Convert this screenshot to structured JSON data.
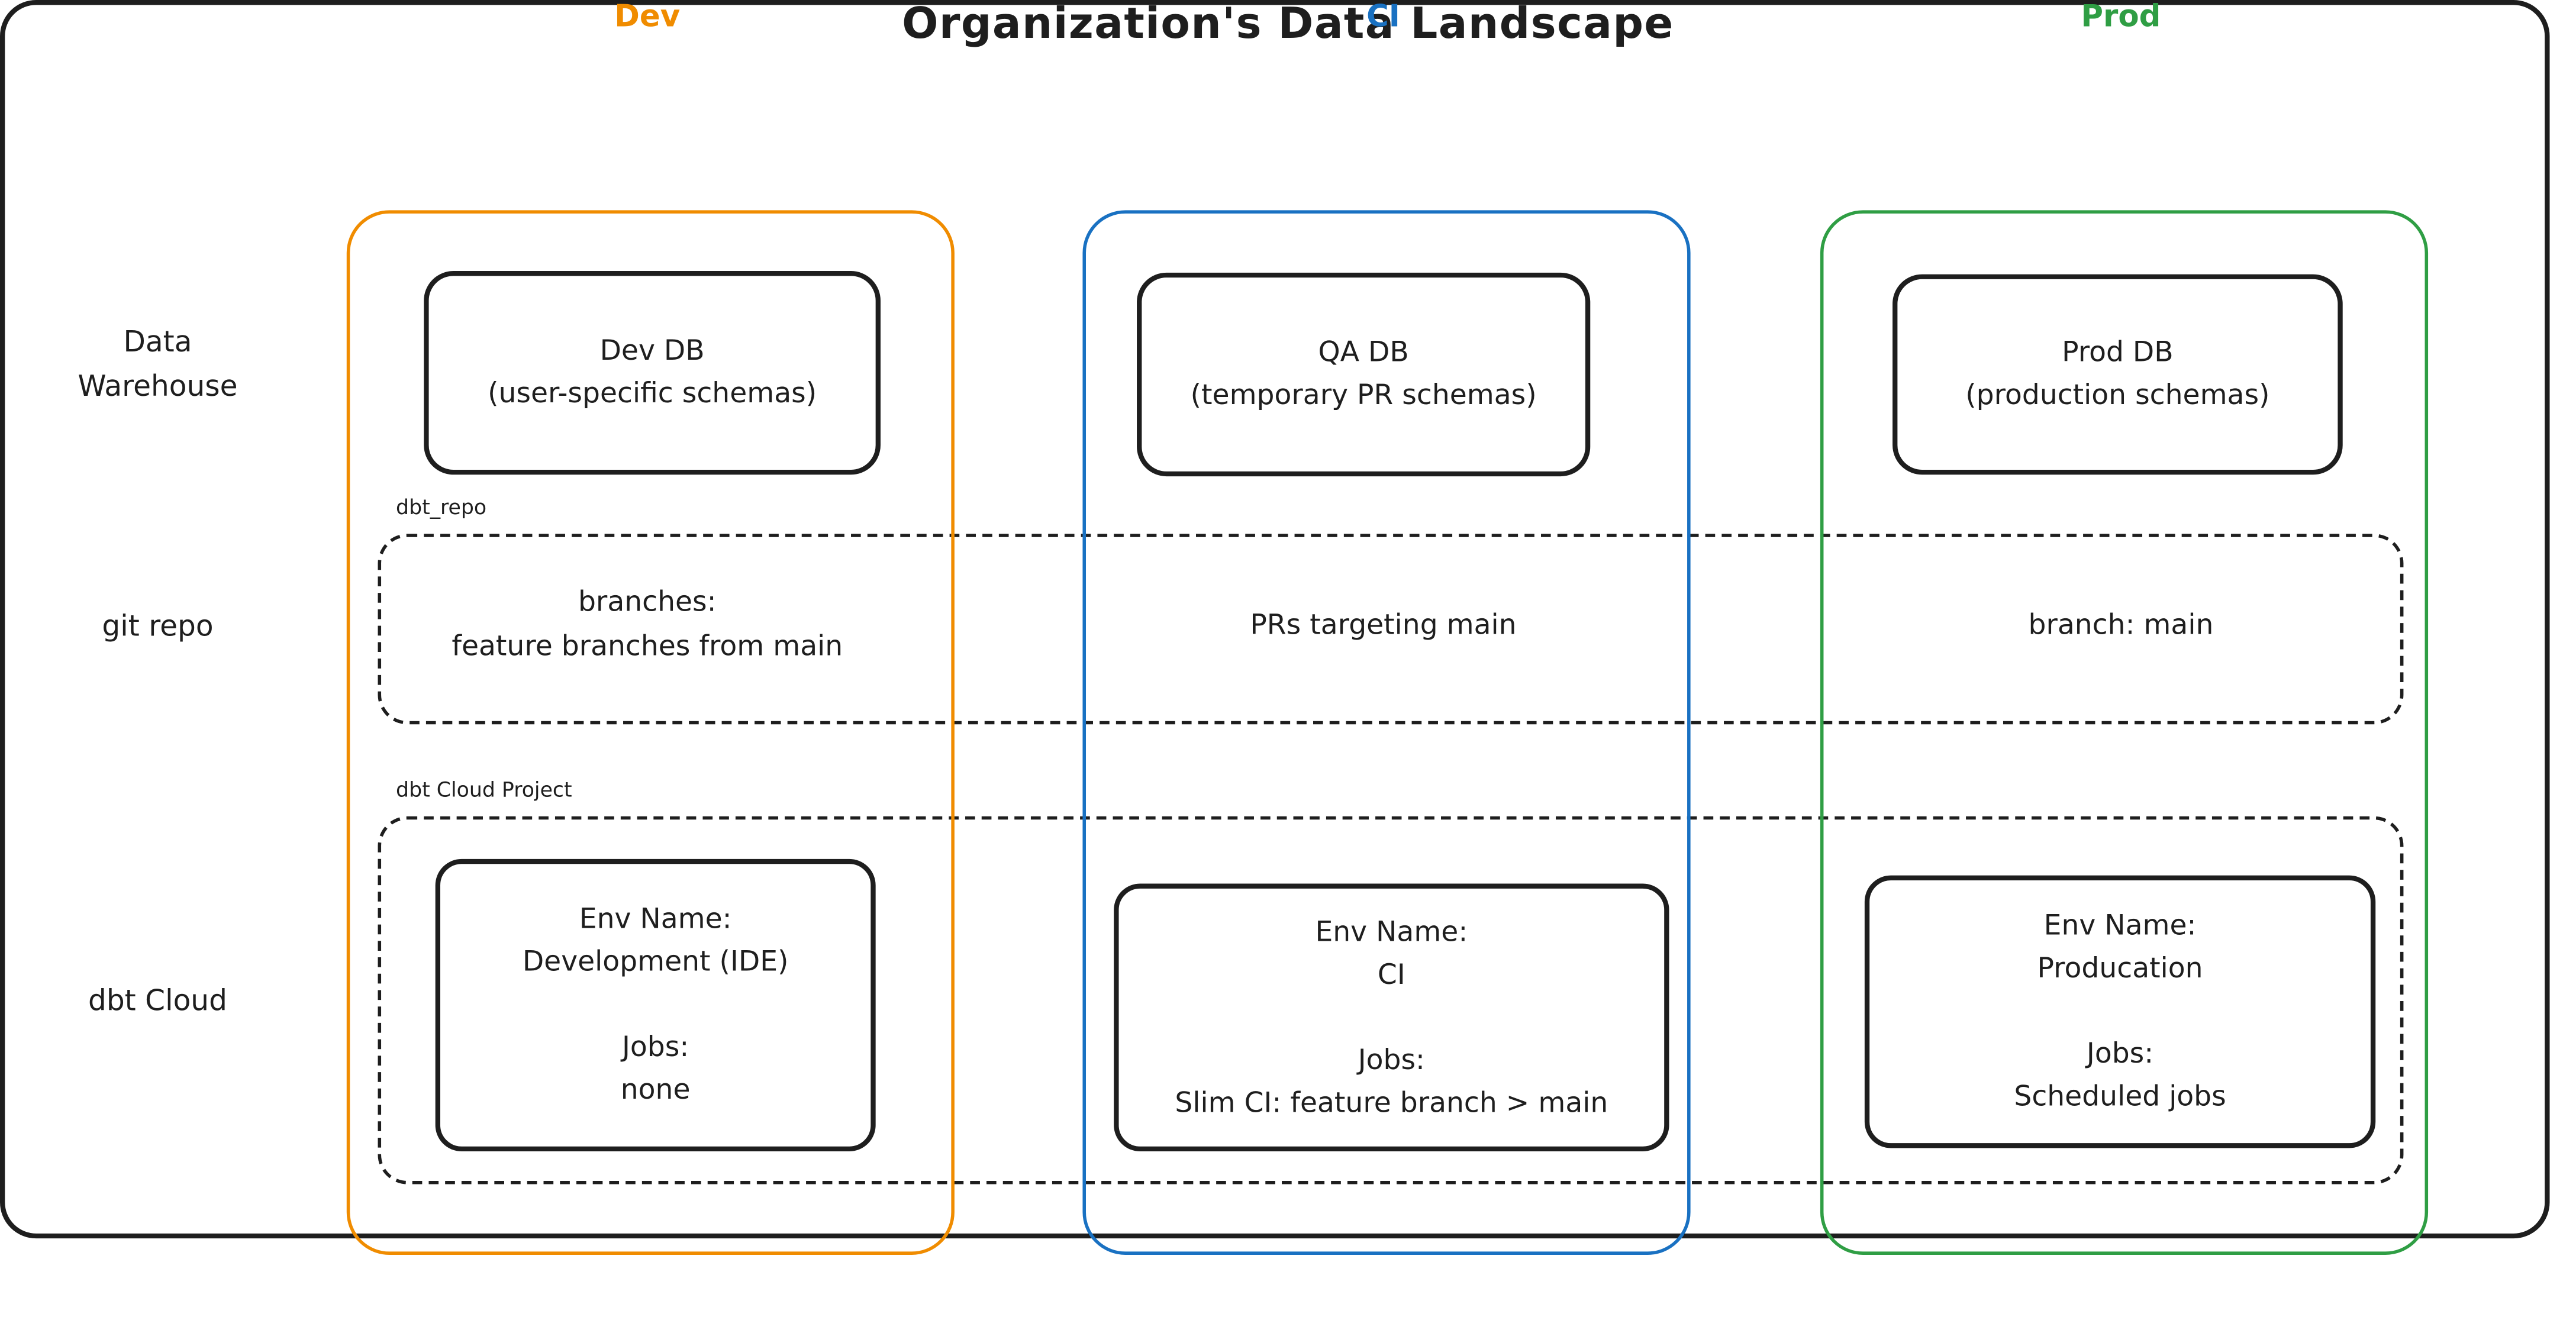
{
  "title": "Organization's Data Landscape",
  "colors": {
    "dev": "#f08c00",
    "ci": "#1971c2",
    "prod": "#2f9e44",
    "ink": "#1e1e1e"
  },
  "column_headers": {
    "dev": "Dev",
    "ci": "CI",
    "prod": "Prod"
  },
  "row_labels": {
    "warehouse_line1": "Data",
    "warehouse_line2": "Warehouse",
    "git_repo": "git repo",
    "dbt_cloud": "dbt Cloud"
  },
  "warehouse_row": {
    "dev": {
      "title": "Dev DB",
      "subtitle": "(user-specific schemas)"
    },
    "ci": {
      "title": "QA DB",
      "subtitle": "(temporary PR schemas)"
    },
    "prod": {
      "title": "Prod DB",
      "subtitle": "(production schemas)"
    }
  },
  "git_repo_row": {
    "label": "dbt_repo",
    "dev_line1": "branches:",
    "dev_line2": "feature branches from main",
    "ci": "PRs targeting main",
    "prod": "branch: main"
  },
  "dbt_cloud_row": {
    "label": "dbt Cloud Project",
    "dev": {
      "env_label": "Env Name:",
      "env_name": "Development (IDE)",
      "jobs_label": "Jobs:",
      "jobs": "none"
    },
    "ci": {
      "env_label": "Env Name:",
      "env_name": "CI",
      "jobs_label": "Jobs:",
      "jobs": "Slim CI: feature branch > main"
    },
    "prod": {
      "env_label": "Env Name:",
      "env_name": "Producation",
      "jobs_label": "Jobs:",
      "jobs": "Scheduled jobs"
    }
  }
}
